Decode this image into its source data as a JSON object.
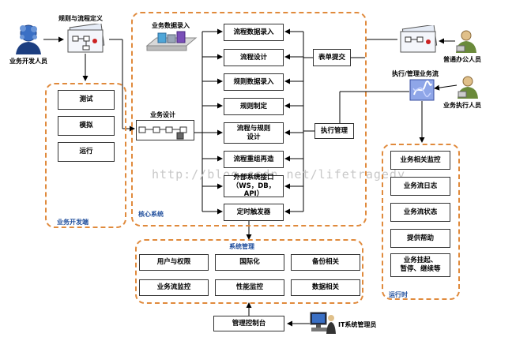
{
  "actors": {
    "developer": "业务开发人员",
    "office": "普通办公人员",
    "executor": "业务执行人员",
    "it_admin": "IT系统管理员"
  },
  "labels": {
    "rule_process_def": "规则与流程定义",
    "biz_data_entry": "业务数据录入",
    "biz_design": "业务设计",
    "form_submit": "表单提交",
    "exec_mgr_biz_flow": "执行/管理业务流",
    "exec_manage": "执行管理",
    "mgmt_console": "管理控制台"
  },
  "regions": {
    "dev": "业务开发端",
    "core": "核心系统",
    "runtime": "运行时",
    "sysmgmt": "系统管理"
  },
  "dev_items": [
    "测试",
    "模拟",
    "运行"
  ],
  "core_items": [
    "流程数据录入",
    "流程设计",
    "规则数据录入",
    "规则制定",
    "流程与规则\n设计",
    "流程重组再造",
    "外部系统接口\n（WS，DB，API）",
    "定时触发器"
  ],
  "runtime_items": [
    "业务相关监控",
    "业务流日志",
    "业务流状态",
    "提供帮助",
    "业务挂起、\n暂停、继续等"
  ],
  "sysmgmt_items": [
    "用户与权限",
    "国际化",
    "备份相关",
    "业务流监控",
    "性能监控",
    "数据相关"
  ],
  "watermark": "http://blog.csdn.net/lifetragedy"
}
